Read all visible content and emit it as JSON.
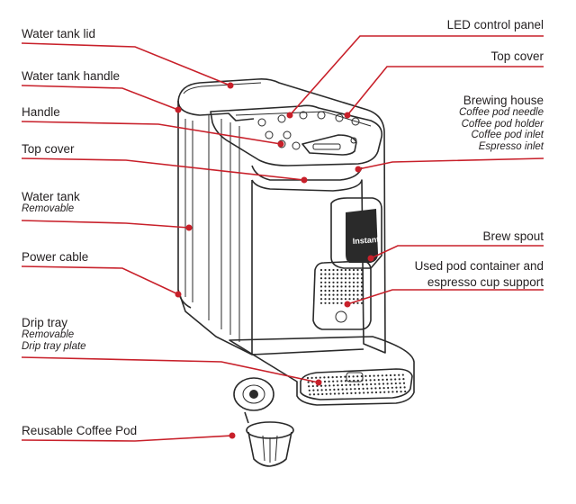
{
  "labels": {
    "water_tank_lid": "Water tank lid",
    "water_tank_handle": "Water tank handle",
    "handle": "Handle",
    "top_cover_left": "Top cover",
    "water_tank": "Water tank",
    "water_tank_sub": "Removable",
    "power_cable": "Power cable",
    "drip_tray": "Drip tray",
    "drip_tray_sub1": "Removable",
    "drip_tray_sub2": "Drip tray plate",
    "reusable_pod": "Reusable Coffee Pod",
    "led_panel": "LED control panel",
    "top_cover_right": "Top cover",
    "brewing_house": "Brewing house",
    "brewing_sub1": "Coffee pod needle",
    "brewing_sub2": "Coffee pod holder",
    "brewing_sub3": "Coffee pod inlet",
    "brewing_sub4": "Espresso inlet",
    "brew_spout": "Brew spout",
    "used_pod_1": "Used pod container and",
    "used_pod_2": "espresso cup support"
  },
  "brand_logo": "Instant",
  "colors": {
    "leader": "#c8202a",
    "outline": "#2a2a2a"
  }
}
